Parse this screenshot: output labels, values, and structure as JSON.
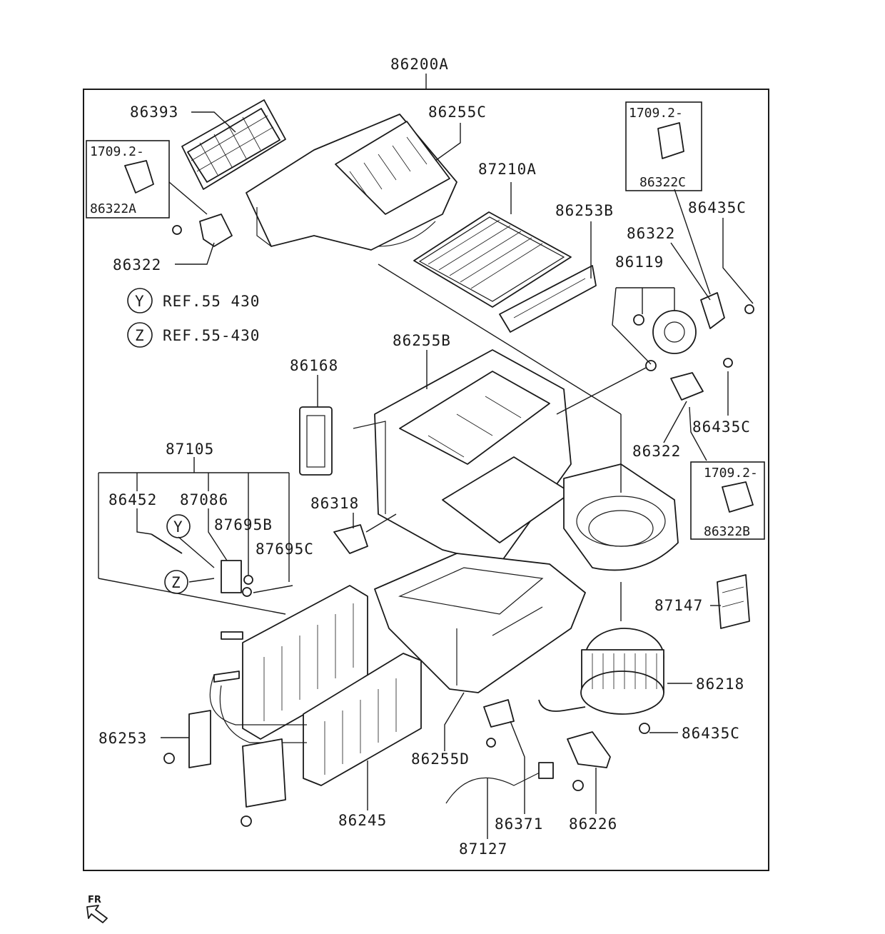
{
  "diagram": {
    "assembly_label": "86200A",
    "parts": [
      {
        "id": "p86393",
        "label": "86393"
      },
      {
        "id": "p86255C",
        "label": "86255C"
      },
      {
        "id": "p87210A",
        "label": "87210A"
      },
      {
        "id": "p86253B",
        "label": "86253B"
      },
      {
        "id": "p86322-top",
        "label": "86322"
      },
      {
        "id": "p86322-left",
        "label": "86322"
      },
      {
        "id": "p86322-right",
        "label": "86322"
      },
      {
        "id": "p86435C-a",
        "label": "86435C"
      },
      {
        "id": "p86435C-b",
        "label": "86435C"
      },
      {
        "id": "p86435C-c",
        "label": "86435C"
      },
      {
        "id": "p86119",
        "label": "86119"
      },
      {
        "id": "p86255B",
        "label": "86255B"
      },
      {
        "id": "p86168",
        "label": "86168"
      },
      {
        "id": "p87105",
        "label": "87105"
      },
      {
        "id": "p86452",
        "label": "86452"
      },
      {
        "id": "p87086",
        "label": "87086"
      },
      {
        "id": "p87695B",
        "label": "87695B"
      },
      {
        "id": "p87695C",
        "label": "87695C"
      },
      {
        "id": "p86318",
        "label": "86318"
      },
      {
        "id": "p87147",
        "label": "87147"
      },
      {
        "id": "p86218",
        "label": "86218"
      },
      {
        "id": "p86253",
        "label": "86253"
      },
      {
        "id": "p86255D",
        "label": "86255D"
      },
      {
        "id": "p86245",
        "label": "86245"
      },
      {
        "id": "p86371",
        "label": "86371"
      },
      {
        "id": "p86226",
        "label": "86226"
      },
      {
        "id": "p87127",
        "label": "87127"
      }
    ],
    "variant_boxes": [
      {
        "id": "boxA",
        "date": "1709.2-",
        "part": "86322A"
      },
      {
        "id": "boxC",
        "date": "1709.2-",
        "part": "86322C"
      },
      {
        "id": "boxB",
        "date": "1709.2-",
        "part": "86322B"
      }
    ],
    "references": [
      {
        "id": "refY",
        "symbol": "Y",
        "text": "REF.55 430"
      },
      {
        "id": "refZ",
        "symbol": "Z",
        "text": "REF.55-430"
      }
    ],
    "inset_markers": [
      {
        "id": "markY",
        "symbol": "Y"
      },
      {
        "id": "markZ",
        "symbol": "Z"
      }
    ],
    "orientation": {
      "text": "FR"
    }
  }
}
